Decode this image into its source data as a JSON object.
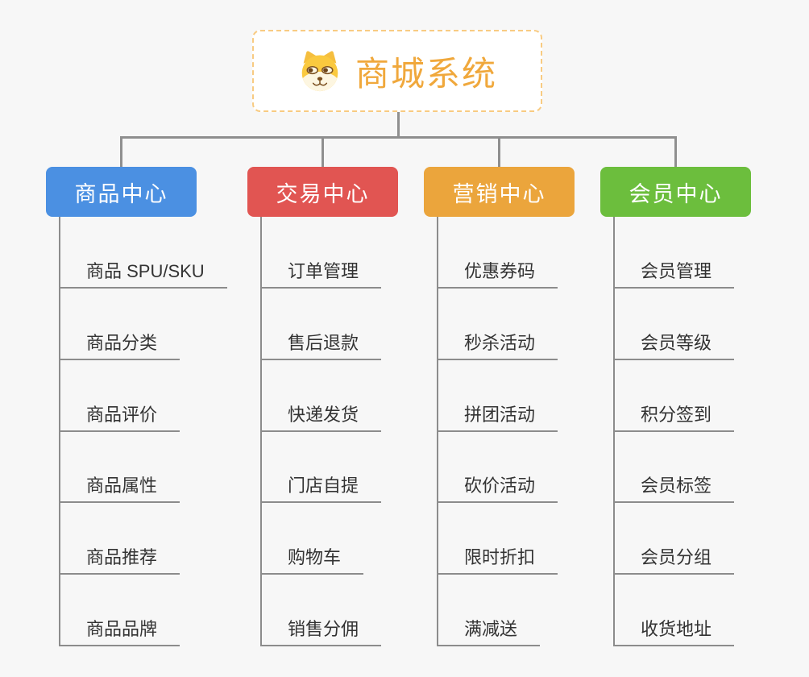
{
  "page": {
    "background_color": "#f7f7f7",
    "connector_color": "#8f8f8f",
    "line_color": "#8c8c8c"
  },
  "root": {
    "title": "商城系统",
    "icon": "doge-face-icon",
    "text_color": "#f0a83c",
    "border_color": "#f8cb82",
    "background_color": "#ffffff",
    "icon_colors": {
      "fur_gold": "#fac93f",
      "ear_gold": "#f5be3e",
      "muzzle_cream": "#fdf6e1",
      "features_brown": "#7b4f1f"
    }
  },
  "branches": [
    {
      "label": "商品中心",
      "color": "#4b90e2",
      "children": [
        "商品 SPU/SKU",
        "商品分类",
        "商品评价",
        "商品属性",
        "商品推荐",
        "商品品牌"
      ]
    },
    {
      "label": "交易中心",
      "color": "#e15552",
      "children": [
        "订单管理",
        "售后退款",
        "快递发货",
        "门店自提",
        "购物车",
        "销售分佣"
      ]
    },
    {
      "label": "营销中心",
      "color": "#eba53c",
      "children": [
        "优惠券码",
        "秒杀活动",
        "拼团活动",
        "砍价活动",
        "限时折扣",
        "满减送"
      ]
    },
    {
      "label": "会员中心",
      "color": "#6cbe3d",
      "children": [
        "会员管理",
        "会员等级",
        "积分签到",
        "会员标签",
        "会员分组",
        "收货地址"
      ]
    }
  ]
}
